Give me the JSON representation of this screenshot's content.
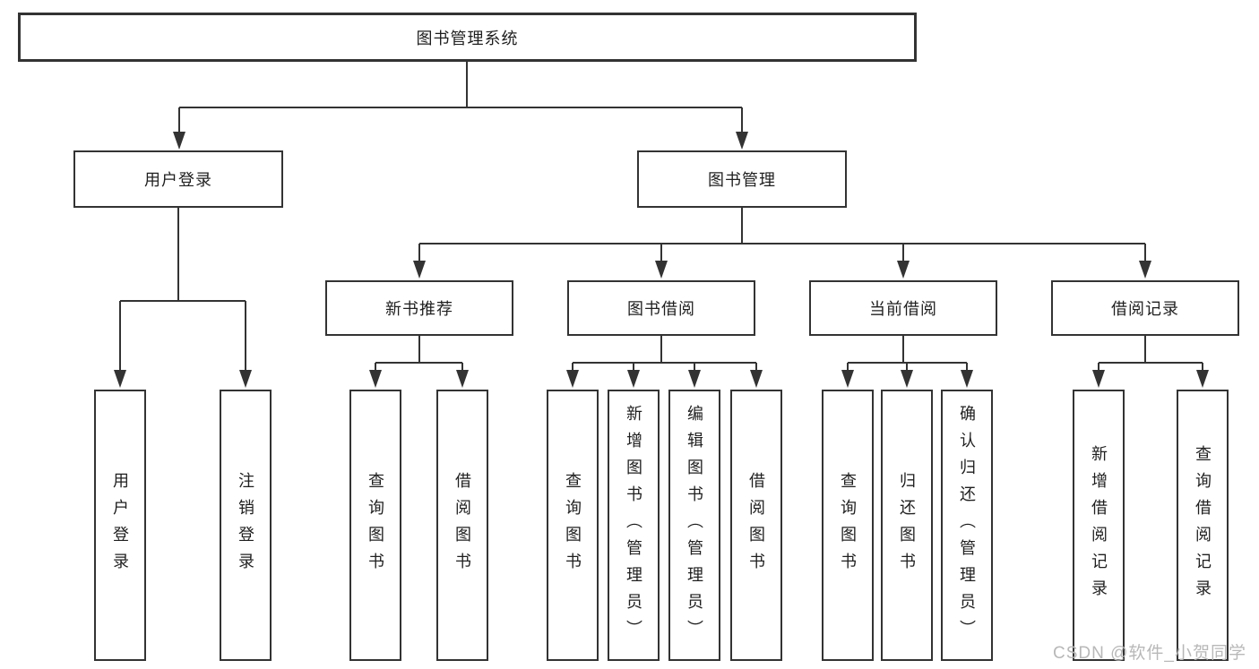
{
  "diagram": {
    "type": "hierarchy-tree",
    "colors": {
      "line": "#333333",
      "box_border": "#333333",
      "text": "#1f1f1f",
      "watermark": "#b8b8b8",
      "background": "#ffffff"
    },
    "tree": {
      "label": "图书管理系统",
      "children": [
        {
          "label": "用户登录",
          "children": [
            {
              "label": "用户登录"
            },
            {
              "label": "注销登录"
            }
          ]
        },
        {
          "label": "图书管理",
          "children": [
            {
              "label": "新书推荐",
              "children": [
                {
                  "label": "查询图书"
                },
                {
                  "label": "借阅图书"
                }
              ]
            },
            {
              "label": "图书借阅",
              "children": [
                {
                  "label": "查询图书"
                },
                {
                  "label": "新增图书（管理员）"
                },
                {
                  "label": "编辑图书（管理员）"
                },
                {
                  "label": "借阅图书"
                }
              ]
            },
            {
              "label": "当前借阅",
              "children": [
                {
                  "label": "查询图书"
                },
                {
                  "label": "归还图书"
                },
                {
                  "label": "确认归还（管理员）"
                }
              ]
            },
            {
              "label": "借阅记录",
              "children": [
                {
                  "label": "新增借阅记录"
                },
                {
                  "label": "查询借阅记录"
                }
              ]
            }
          ]
        }
      ]
    },
    "watermark": {
      "text": "CSDN @软件_小贺同学"
    }
  }
}
